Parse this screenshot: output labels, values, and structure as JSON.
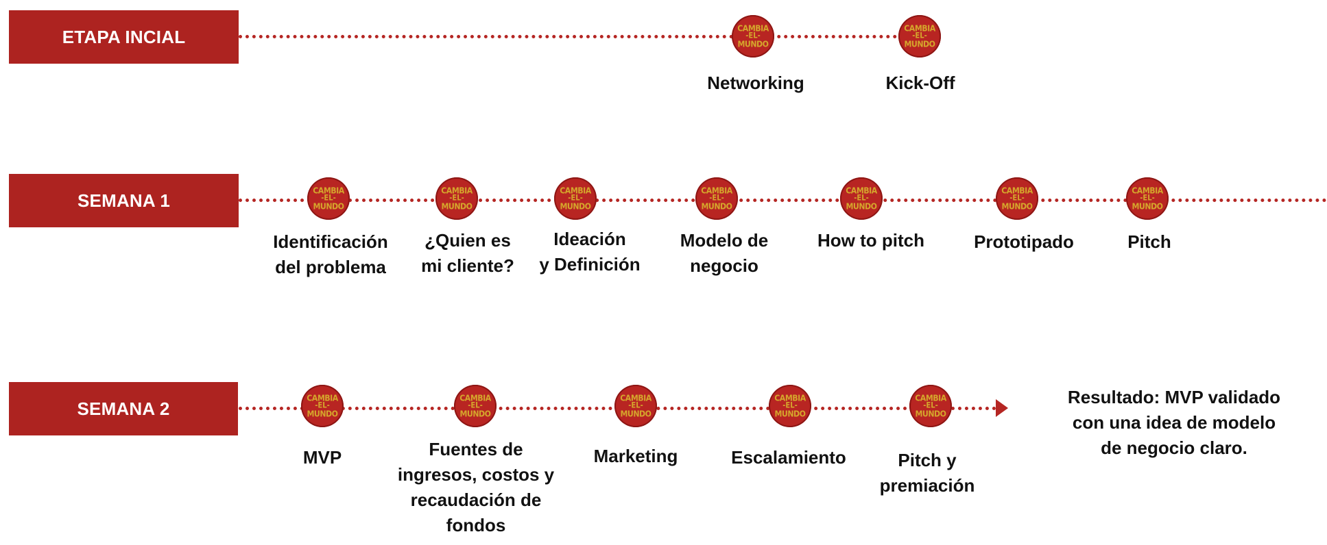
{
  "badge_text": {
    "top": "CAMBIA",
    "middle": "-EL-",
    "bottom": "MUNDO"
  },
  "colors": {
    "brand_red": "#ad2320",
    "badge_gold": "#d5a62c"
  },
  "rows": [
    {
      "id": "etapa-inicial",
      "label": "ETAPA INCIAL",
      "milestones": [
        {
          "lines": [
            "Networking"
          ]
        },
        {
          "lines": [
            "Kick-Off"
          ]
        }
      ]
    },
    {
      "id": "semana-1",
      "label": "SEMANA 1",
      "milestones": [
        {
          "lines": [
            "Identificación",
            "del problema"
          ]
        },
        {
          "lines": [
            "¿Quien es",
            "mi cliente?"
          ]
        },
        {
          "lines": [
            "Ideación",
            "y Definición"
          ]
        },
        {
          "lines": [
            "Modelo de",
            "negocio"
          ]
        },
        {
          "lines": [
            "How to pitch"
          ]
        },
        {
          "lines": [
            "Prototipado"
          ]
        },
        {
          "lines": [
            "Pitch"
          ]
        }
      ]
    },
    {
      "id": "semana-2",
      "label": "SEMANA 2",
      "milestones": [
        {
          "lines": [
            "MVP"
          ]
        },
        {
          "lines": [
            "Fuentes de",
            "ingresos, costos y",
            "recaudación de",
            "fondos"
          ]
        },
        {
          "lines": [
            "Marketing"
          ]
        },
        {
          "lines": [
            "Escalamiento"
          ]
        },
        {
          "lines": [
            "Pitch y",
            "premiación"
          ]
        }
      ]
    }
  ],
  "result": {
    "lines": [
      "Resultado: MVP validado",
      "con una idea de modelo",
      "de negocio claro."
    ]
  }
}
